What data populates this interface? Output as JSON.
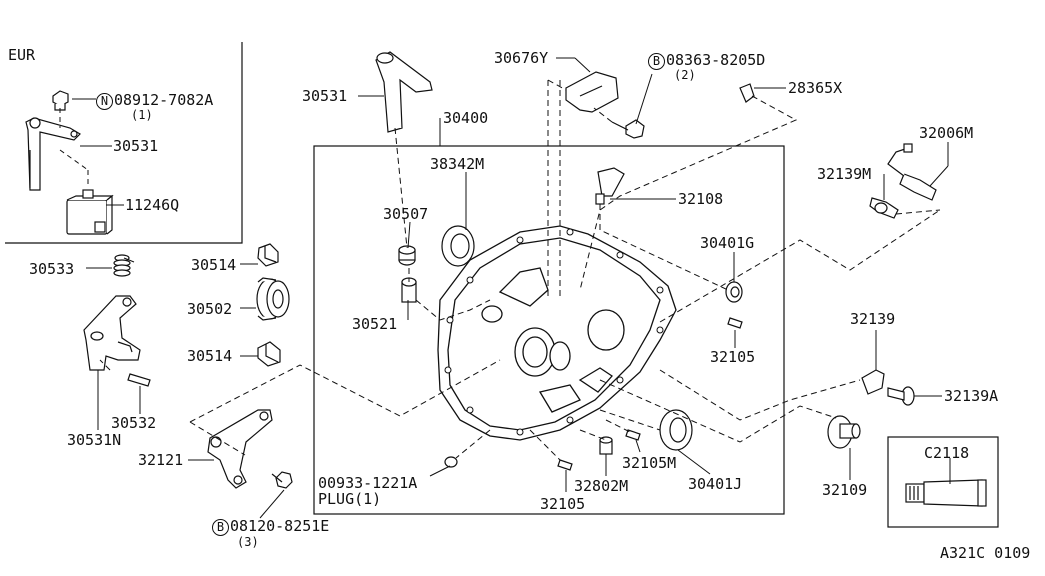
{
  "inset": {
    "region": "EUR",
    "nut_part": {
      "prefix": "N",
      "number": "08912-7082A",
      "qty": "(1)"
    },
    "parts": [
      "30531",
      "11246Q"
    ]
  },
  "labels": {
    "p30531": "30531",
    "p30533": "30533",
    "p30514a": "30514",
    "p30502": "30502",
    "p30514b": "30514",
    "p30532": "30532",
    "p30531N": "30531N",
    "p32121": "32121",
    "bolt_b_bottom": {
      "prefix": "B",
      "number": "08120-8251E",
      "qty": "(3)"
    },
    "p30400": "30400",
    "p38342M": "38342M",
    "p30507": "30507",
    "p30521": "30521",
    "p30676Y": "30676Y",
    "bolt_b_top": {
      "prefix": "B",
      "number": "08363-8205D",
      "qty": "(2)"
    },
    "p28365X": "28365X",
    "p32108": "32108",
    "p30401G": "30401G",
    "p32105a": "32105",
    "p32006M": "32006M",
    "p32139M": "32139M",
    "p32139": "32139",
    "p32139A": "32139A",
    "p32105M": "32105M",
    "p30401J": "30401J",
    "p32109": "32109",
    "p32802M": "32802M",
    "p32105b": "32105",
    "plug_number": "00933-1221A",
    "plug_text": "PLUG(1)",
    "pC2118": "C2118",
    "figure_code": "A321C 0109"
  }
}
